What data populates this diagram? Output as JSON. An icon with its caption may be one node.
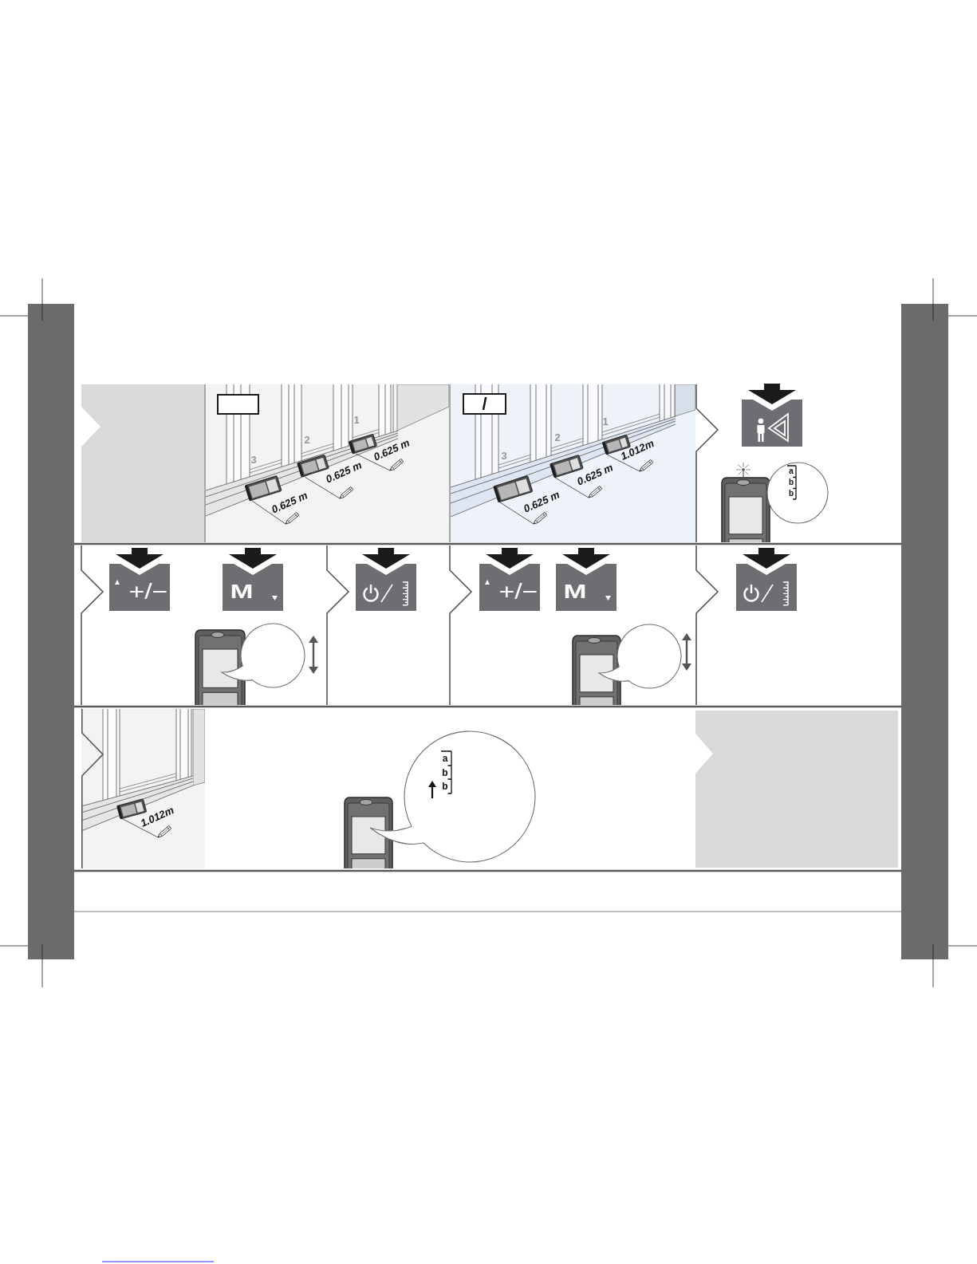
{
  "diagram": {
    "nodes": [
      {
        "text": [],
        "shape": "box"
      },
      {
        "text": [
          "/"
        ]
      }
    ],
    "labels": [
      "1",
      "2",
      "3",
      "0.625 m",
      "0.625 m",
      "0.625 m",
      "1",
      "2",
      "3",
      "1.012m",
      "0.625 m",
      "0.625 m",
      "a",
      "b",
      "b",
      "+/−",
      "M",
      "+/−",
      "M",
      "1.012m",
      "a",
      "b",
      "b"
    ]
  }
}
